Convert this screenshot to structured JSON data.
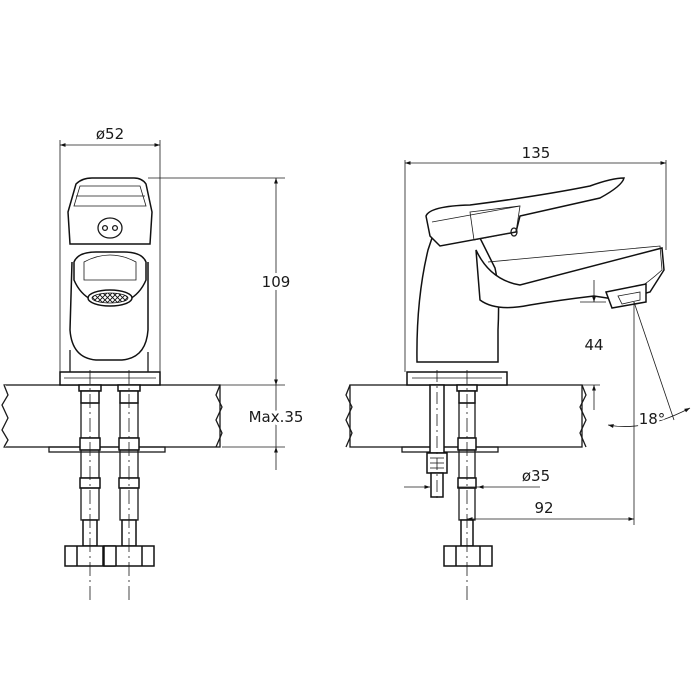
{
  "drawing": {
    "front_view": {
      "dimensions": {
        "diameter_body": "ø52",
        "height": "109",
        "max_thickness": "Max.35"
      }
    },
    "side_view": {
      "dimensions": {
        "length": "135",
        "spout_height": "44",
        "angle": "18°",
        "diameter_thread": "ø35",
        "reach": "92"
      }
    }
  }
}
